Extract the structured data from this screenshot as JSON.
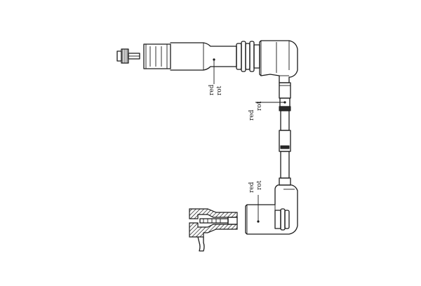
{
  "labels": {
    "top": {
      "en": "red",
      "de": "rot"
    },
    "middle": {
      "en": "red",
      "de": "rot"
    },
    "bottom": {
      "en": "red",
      "de": "rot"
    }
  },
  "colors": {
    "line": "#1a1a1a",
    "background": "#ffffff"
  }
}
